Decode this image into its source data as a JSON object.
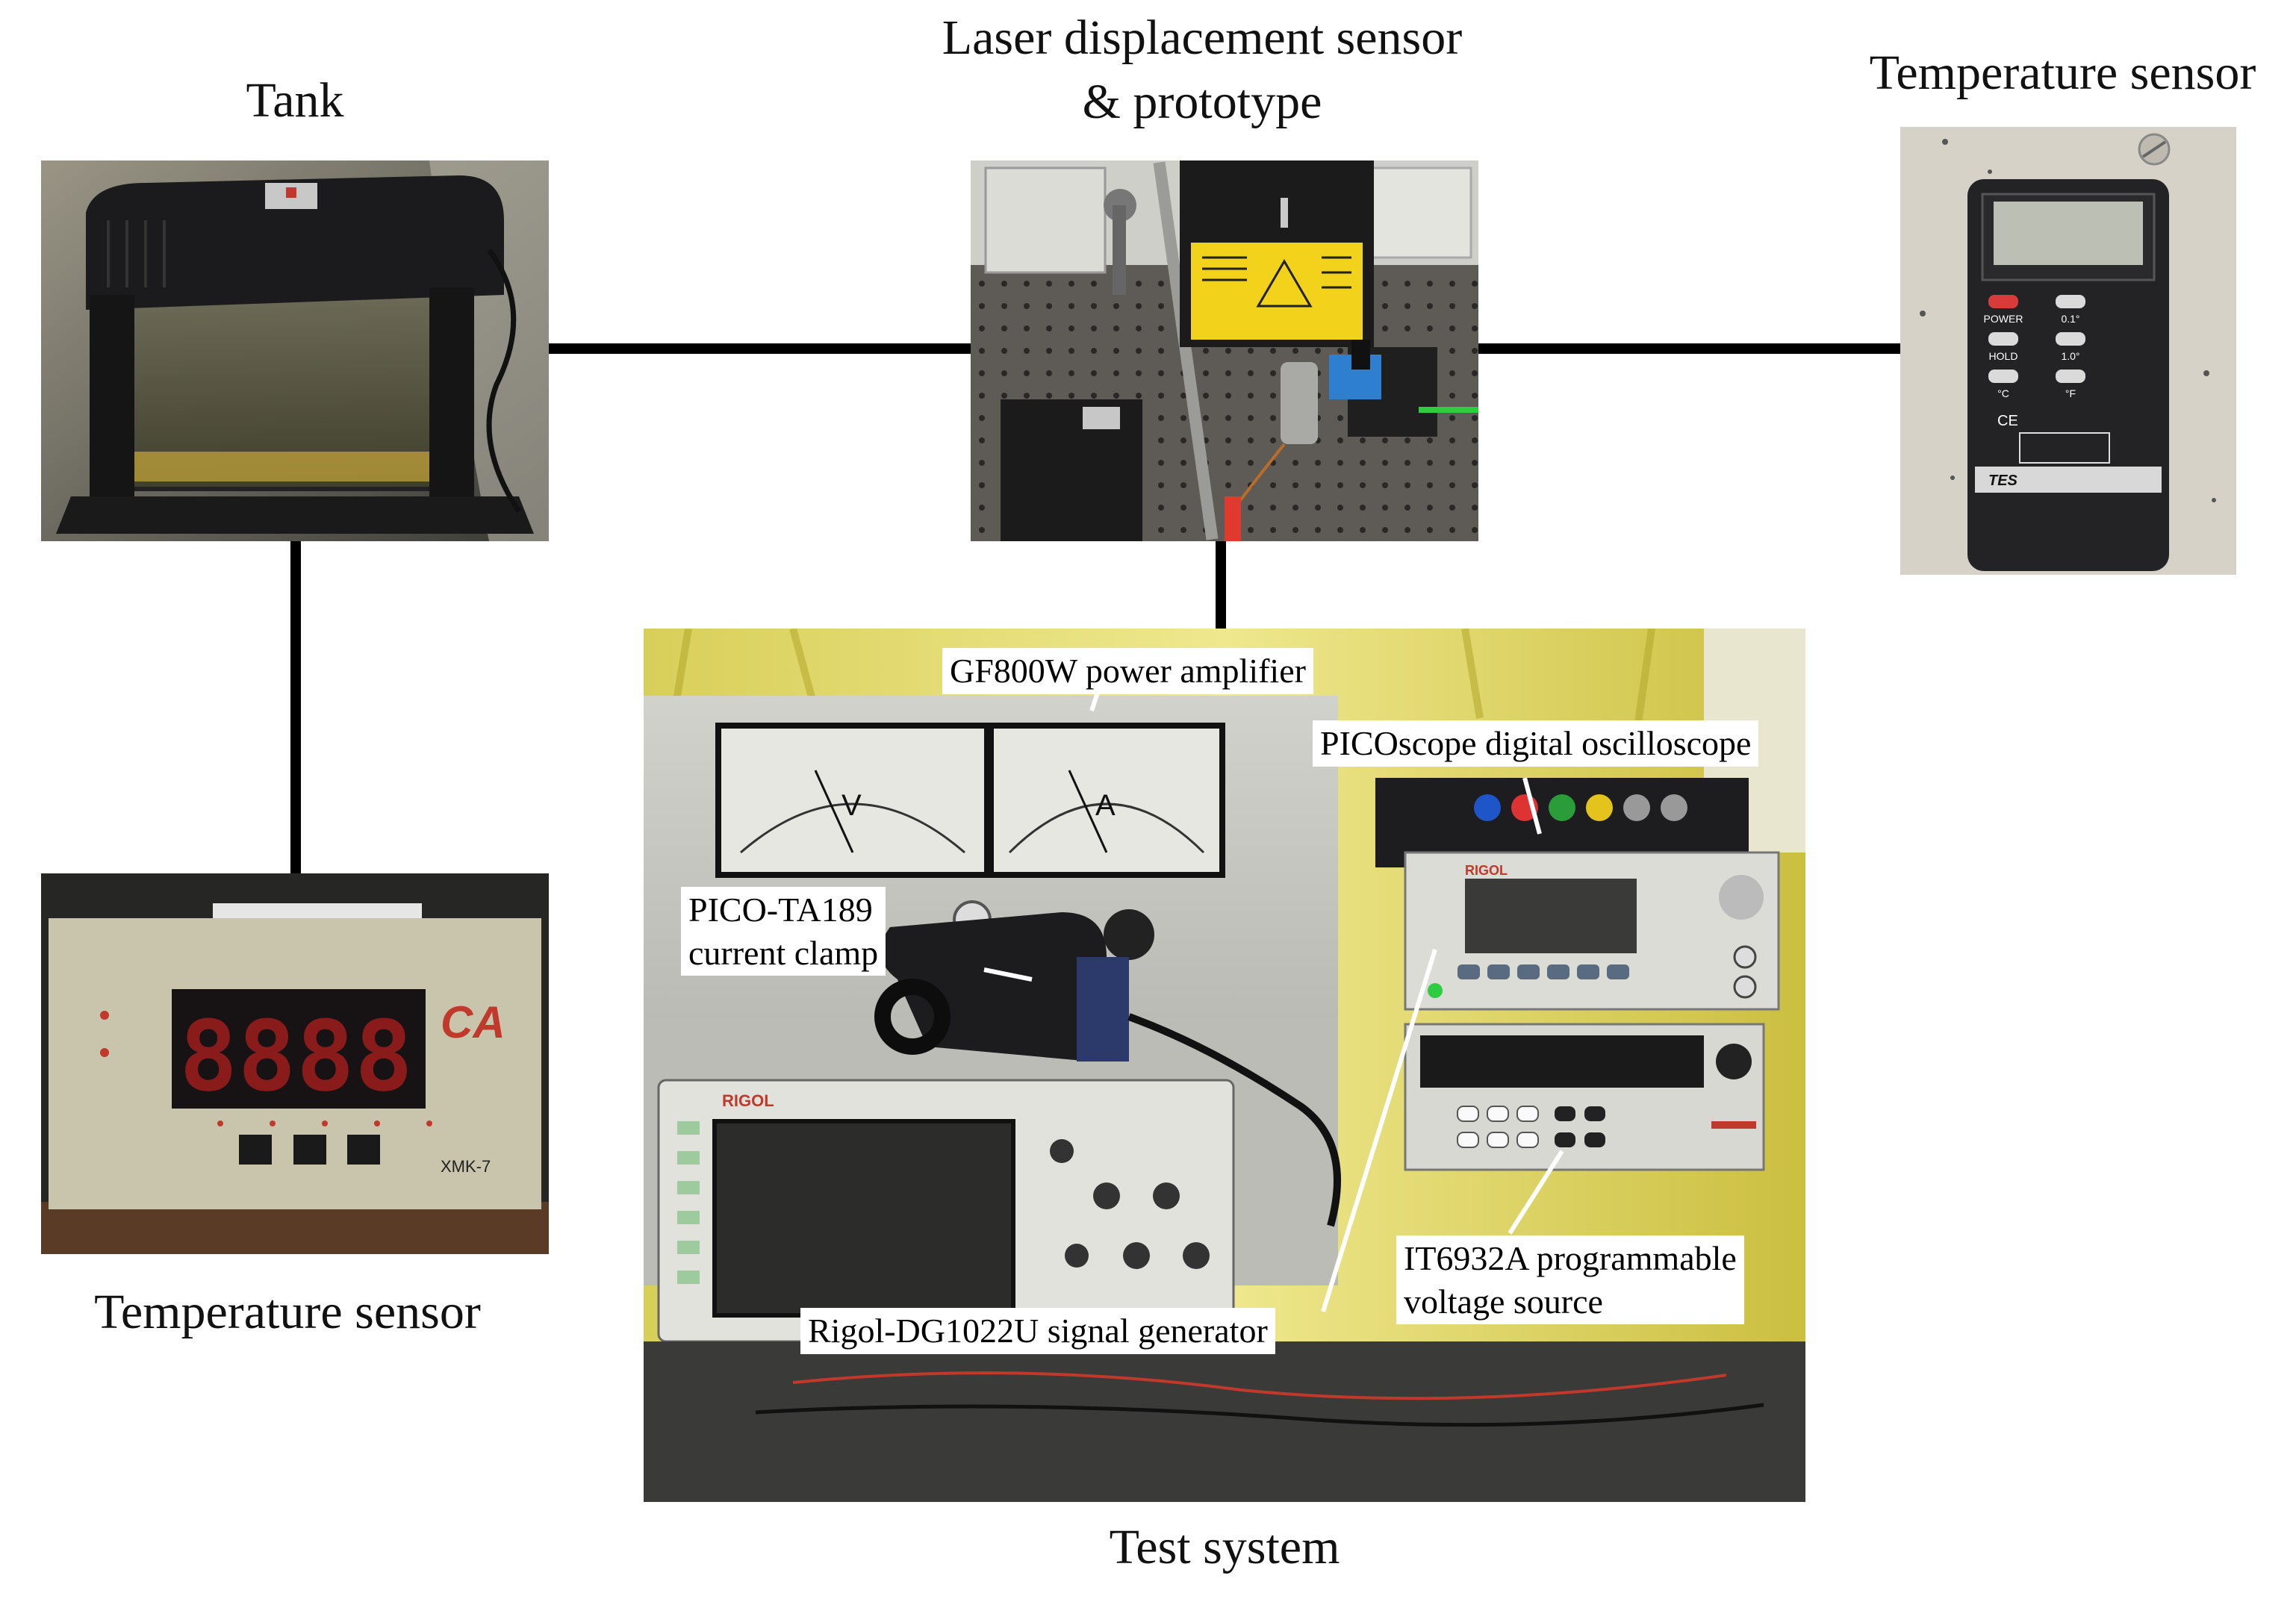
{
  "captions": {
    "tank": "Tank",
    "laser_line1": "Laser displacement sensor",
    "laser_line2": "& prototype",
    "temp_right": "Temperature sensor",
    "temp_left": "Temperature sensor",
    "test_system": "Test system"
  },
  "callouts": {
    "amplifier": "GF800W power amplifier",
    "oscilloscope": "PICOscope digital oscilloscope",
    "clamp_line1": "PICO-TA189",
    "clamp_line2": "current clamp",
    "signal_generator": "Rigol-DG1022U signal generator",
    "voltage_line1": "IT6932A programmable",
    "voltage_line2": "voltage source"
  },
  "devices": {
    "laser_sensor": "laser-displacement-sensor",
    "meter_volt": "V",
    "meter_amp": "A",
    "controller_display": "8888",
    "controller_model": "XMK-7",
    "controller_brand": "CA",
    "thermo_brand": "TES",
    "thermo_btn_power": "POWER",
    "thermo_btn_hold": "HOLD",
    "thermo_btn_c": "°C",
    "thermo_btn_01": "0.1°",
    "thermo_btn_10": "1.0°",
    "thermo_btn_f": "°F",
    "thermo_ce": "CE",
    "rigol_brand": "RIGOL"
  },
  "colors": {
    "connector_line": "#000000",
    "label_bg": "#ffffff",
    "warning_yellow": "#f2d21b",
    "curtain_yellow": "#e9e06a"
  }
}
